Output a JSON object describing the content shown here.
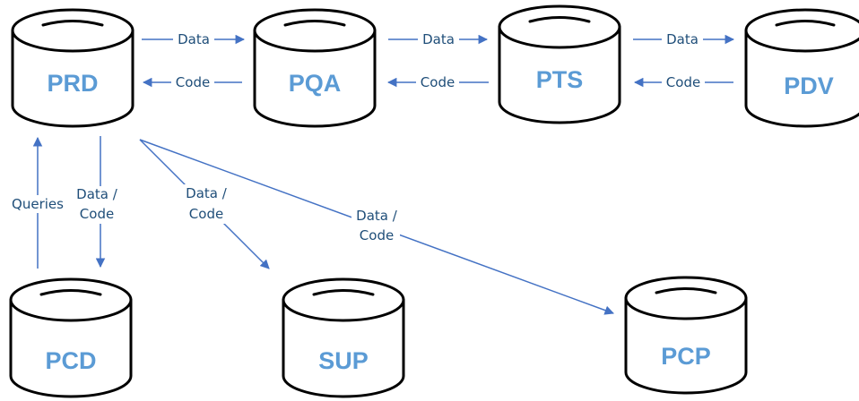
{
  "databases": [
    {
      "id": "prd",
      "label": "PRD"
    },
    {
      "id": "pqa",
      "label": "PQA"
    },
    {
      "id": "pts",
      "label": "PTS"
    },
    {
      "id": "pdv",
      "label": "PDV"
    },
    {
      "id": "pcd",
      "label": "PCD"
    },
    {
      "id": "sup",
      "label": "SUP"
    },
    {
      "id": "pcp",
      "label": "PCP"
    }
  ],
  "flows": {
    "prd_to_pqa": "Data",
    "pqa_to_prd": "Code",
    "pqa_to_pts": "Data",
    "pts_to_pqa": "Code",
    "pts_to_pdv": "Data",
    "pdv_to_pts": "Code",
    "pcd_to_prd": "Queries",
    "prd_to_pcd": {
      "line1": "Data /",
      "line2": "Code"
    },
    "prd_to_sup": {
      "line1": "Data /",
      "line2": "Code"
    },
    "prd_to_pcp": {
      "line1": "Data /",
      "line2": "Code"
    }
  },
  "colors": {
    "label": "#5b9bd5",
    "arrow": "#4472c4",
    "flow_text": "#1f4e79",
    "outline": "#000000"
  }
}
